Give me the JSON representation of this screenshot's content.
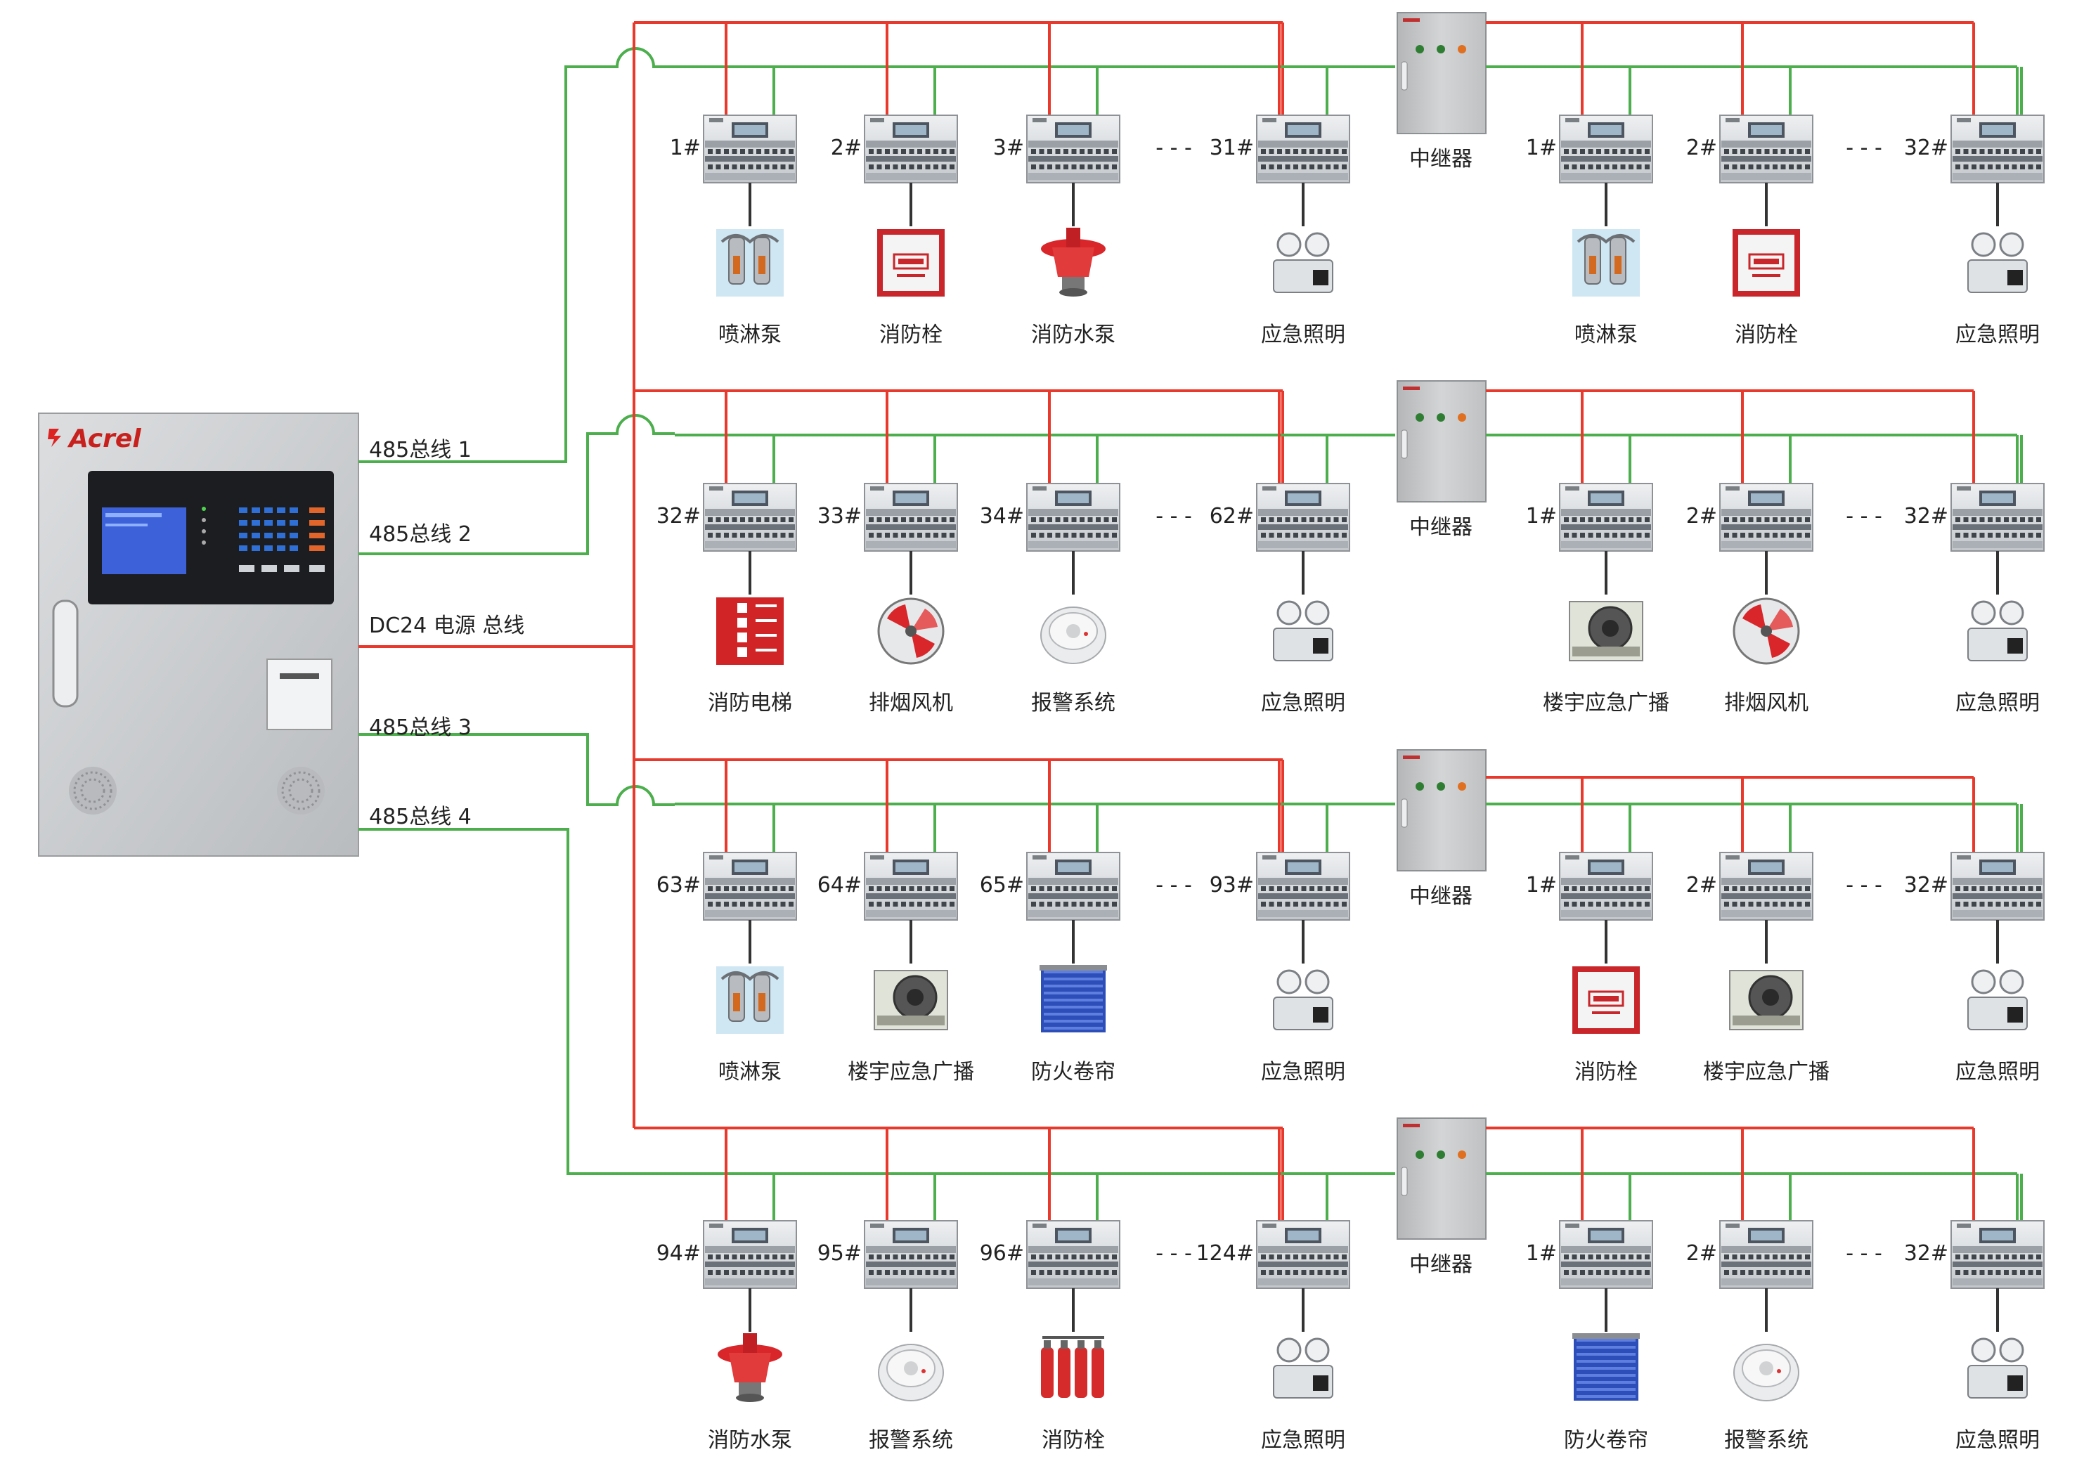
{
  "colors": {
    "power": "#e8392c",
    "bus": "#4cae4c",
    "cabinet": "#c9cbcd",
    "module": "#d7dadd"
  },
  "host": {
    "brand": "Acrel",
    "bus_labels": [
      "485总线 1",
      "485总线 2",
      "DC24 电源 总线",
      "485总线 3",
      "485总线 4"
    ]
  },
  "repeater_label": "中继器",
  "dash_text": "- - -",
  "rows": [
    {
      "left": [
        {
          "addr": "1#",
          "device": "喷淋泵",
          "icon": "sprinkler-icon"
        },
        {
          "addr": "2#",
          "device": "消防栓",
          "icon": "hydrant-box-icon"
        },
        {
          "addr": "3#",
          "device": "消防水泵",
          "icon": "water-pump-icon"
        },
        {
          "addr": "31#",
          "device": "应急照明",
          "icon": "emergency-light-icon"
        }
      ],
      "right": [
        {
          "addr": "1#",
          "device": "喷淋泵",
          "icon": "sprinkler-icon"
        },
        {
          "addr": "2#",
          "device": "消防栓",
          "icon": "hydrant-box-icon"
        },
        {
          "addr": "32#",
          "device": "应急照明",
          "icon": "emergency-light-icon"
        }
      ]
    },
    {
      "left": [
        {
          "addr": "32#",
          "device": "消防电梯",
          "icon": "fire-elevator-icon"
        },
        {
          "addr": "33#",
          "device": "排烟风机",
          "icon": "smoke-fan-icon"
        },
        {
          "addr": "34#",
          "device": "报警系统",
          "icon": "smoke-detector-icon"
        },
        {
          "addr": "62#",
          "device": "应急照明",
          "icon": "emergency-light-icon"
        }
      ],
      "right": [
        {
          "addr": "1#",
          "device": "楼宇应急广播",
          "icon": "speaker-icon"
        },
        {
          "addr": "2#",
          "device": "排烟风机",
          "icon": "smoke-fan-icon"
        },
        {
          "addr": "32#",
          "device": "应急照明",
          "icon": "emergency-light-icon"
        }
      ]
    },
    {
      "left": [
        {
          "addr": "63#",
          "device": "喷淋泵",
          "icon": "sprinkler-icon"
        },
        {
          "addr": "64#",
          "device": "楼宇应急广播",
          "icon": "speaker-icon"
        },
        {
          "addr": "65#",
          "device": "防火卷帘",
          "icon": "fire-shutter-icon"
        },
        {
          "addr": "93#",
          "device": "应急照明",
          "icon": "emergency-light-icon"
        }
      ],
      "right": [
        {
          "addr": "1#",
          "device": "消防栓",
          "icon": "hydrant-box-icon"
        },
        {
          "addr": "2#",
          "device": "楼宇应急广播",
          "icon": "speaker-icon"
        },
        {
          "addr": "32#",
          "device": "应急照明",
          "icon": "emergency-light-icon"
        }
      ]
    },
    {
      "left": [
        {
          "addr": "94#",
          "device": "消防水泵",
          "icon": "water-pump-icon"
        },
        {
          "addr": "95#",
          "device": "报警系统",
          "icon": "smoke-detector-icon"
        },
        {
          "addr": "96#",
          "device": "消防栓",
          "icon": "gas-cylinders-icon"
        },
        {
          "addr": "124#",
          "device": "应急照明",
          "icon": "emergency-light-icon"
        }
      ],
      "right": [
        {
          "addr": "1#",
          "device": "防火卷帘",
          "icon": "fire-shutter-icon"
        },
        {
          "addr": "2#",
          "device": "报警系统",
          "icon": "smoke-detector-icon"
        },
        {
          "addr": "32#",
          "device": "应急照明",
          "icon": "emergency-light-icon"
        }
      ]
    }
  ]
}
